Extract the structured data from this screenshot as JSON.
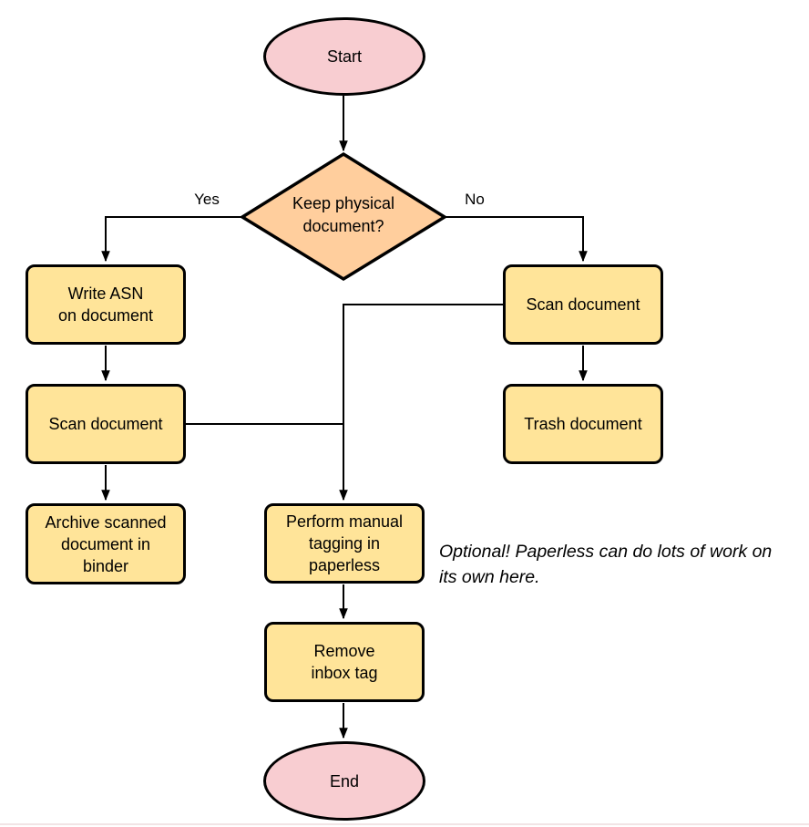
{
  "diagram": {
    "type": "flowchart",
    "nodes": {
      "start": {
        "shape": "terminator",
        "lines": [
          "Start"
        ]
      },
      "decision": {
        "shape": "decision",
        "lines": [
          "Keep physical",
          "document?"
        ]
      },
      "write_asn": {
        "shape": "process",
        "lines": [
          "Write ASN",
          "on document"
        ]
      },
      "scan_left": {
        "shape": "process",
        "lines": [
          "Scan document"
        ]
      },
      "archive": {
        "shape": "process",
        "lines": [
          "Archive scanned",
          "document in",
          "binder"
        ]
      },
      "scan_right": {
        "shape": "process",
        "lines": [
          "Scan document"
        ]
      },
      "trash": {
        "shape": "process",
        "lines": [
          "Trash document"
        ]
      },
      "tagging": {
        "shape": "process",
        "lines": [
          "Perform manual",
          "tagging in",
          "paperless"
        ]
      },
      "remove_inbox": {
        "shape": "process",
        "lines": [
          "Remove",
          "inbox tag"
        ]
      },
      "end": {
        "shape": "terminator",
        "lines": [
          "End"
        ]
      }
    },
    "edge_labels": {
      "yes": "Yes",
      "no": "No"
    },
    "annotation": {
      "lines": [
        "Optional! Paperless can do lots of work on",
        "its own here."
      ]
    },
    "colors": {
      "terminator_fill": "#F8CDD1",
      "decision_fill": "#FFCE9D",
      "process_fill": "#FFE499",
      "stroke": "#000000",
      "connector": "#000000",
      "background": "#FFFFFF",
      "bottom_rule": "#F2E4E5"
    }
  }
}
